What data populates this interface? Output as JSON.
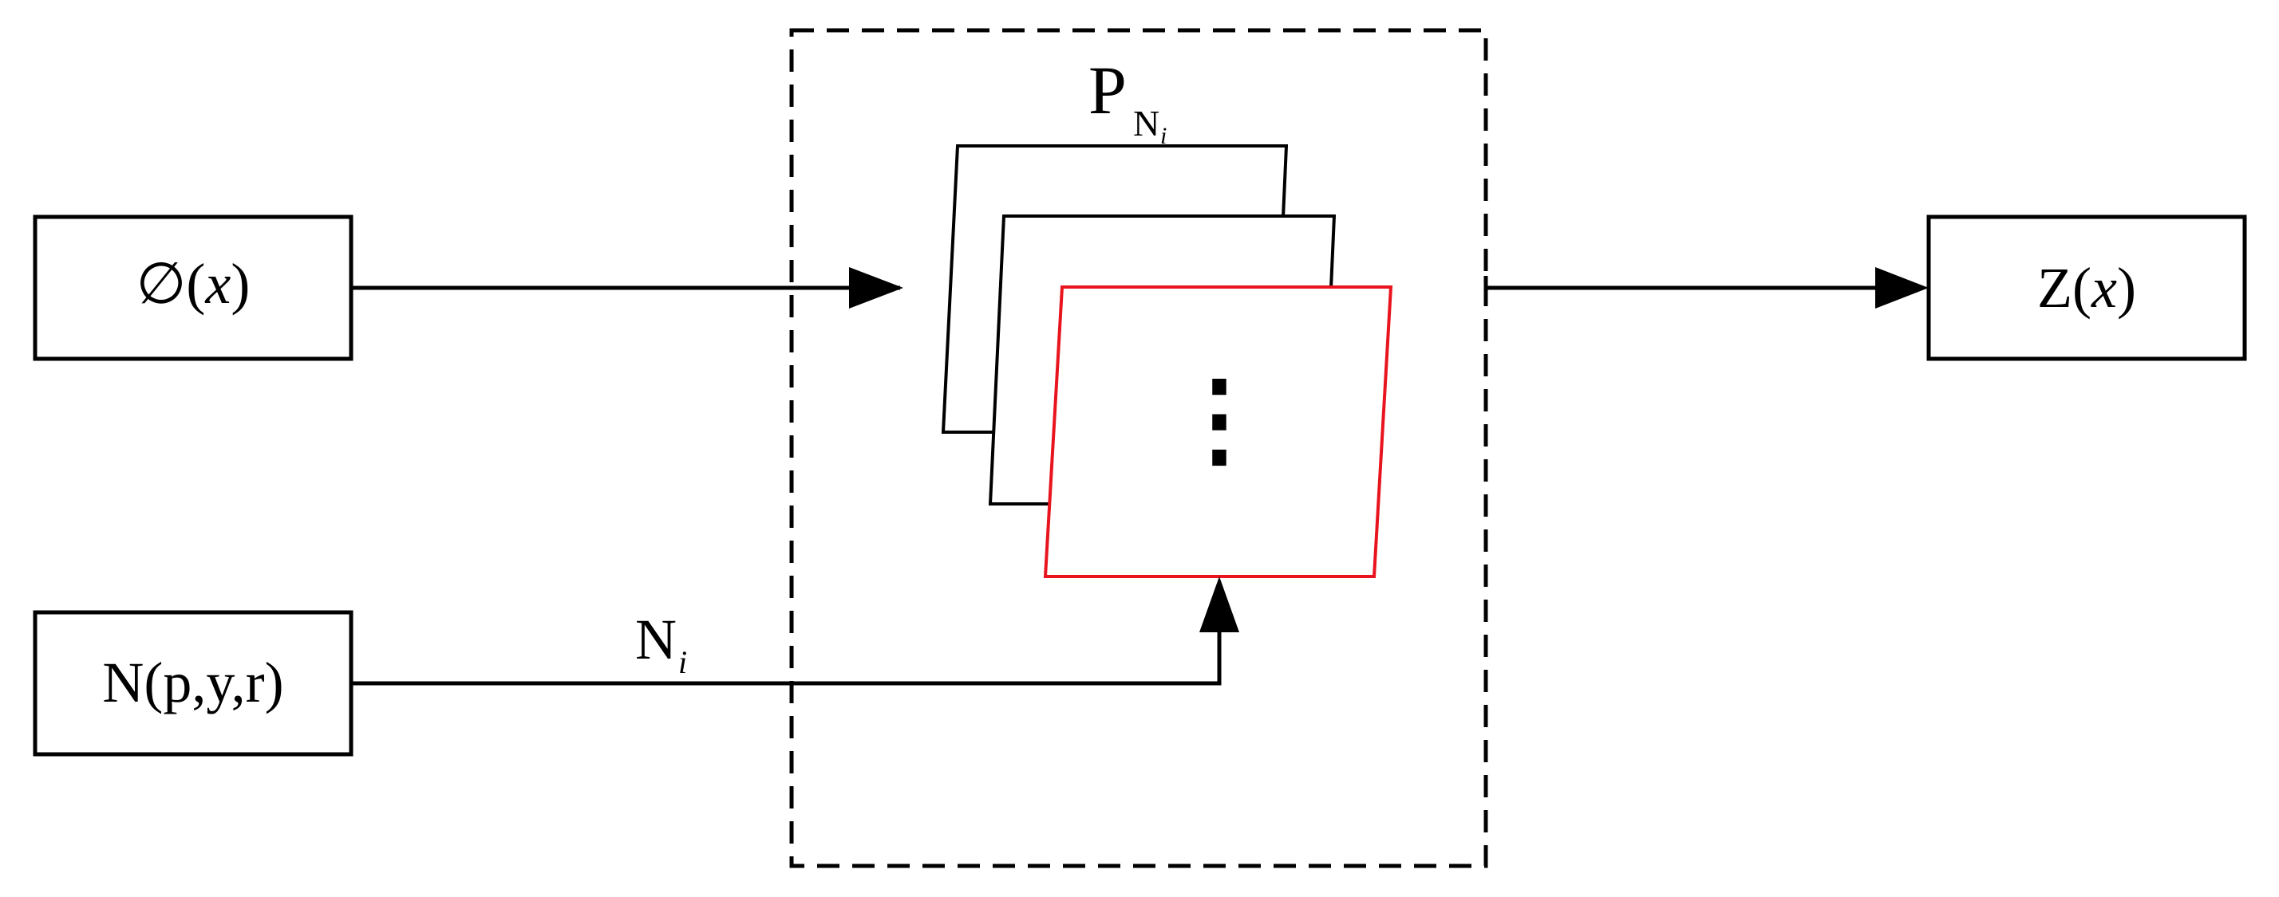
{
  "blocks": {
    "phi_input": {
      "label_prefix": "∅(",
      "label_var": "x",
      "label_suffix": ")"
    },
    "n_input": {
      "label": "N(p,y,r)"
    },
    "z_output": {
      "label_prefix": "Z(",
      "label_var": "x",
      "label_suffix": ")"
    }
  },
  "plane_stack": {
    "title_main": "P",
    "title_sub": "N",
    "title_sub_index": "i",
    "ellipsis": "⋮"
  },
  "edges": {
    "n_to_stack": {
      "label_main": "N",
      "label_index": "i"
    }
  },
  "colors": {
    "stroke": "#000000",
    "highlight_plane": "#e8141e",
    "background": "#ffffff"
  }
}
